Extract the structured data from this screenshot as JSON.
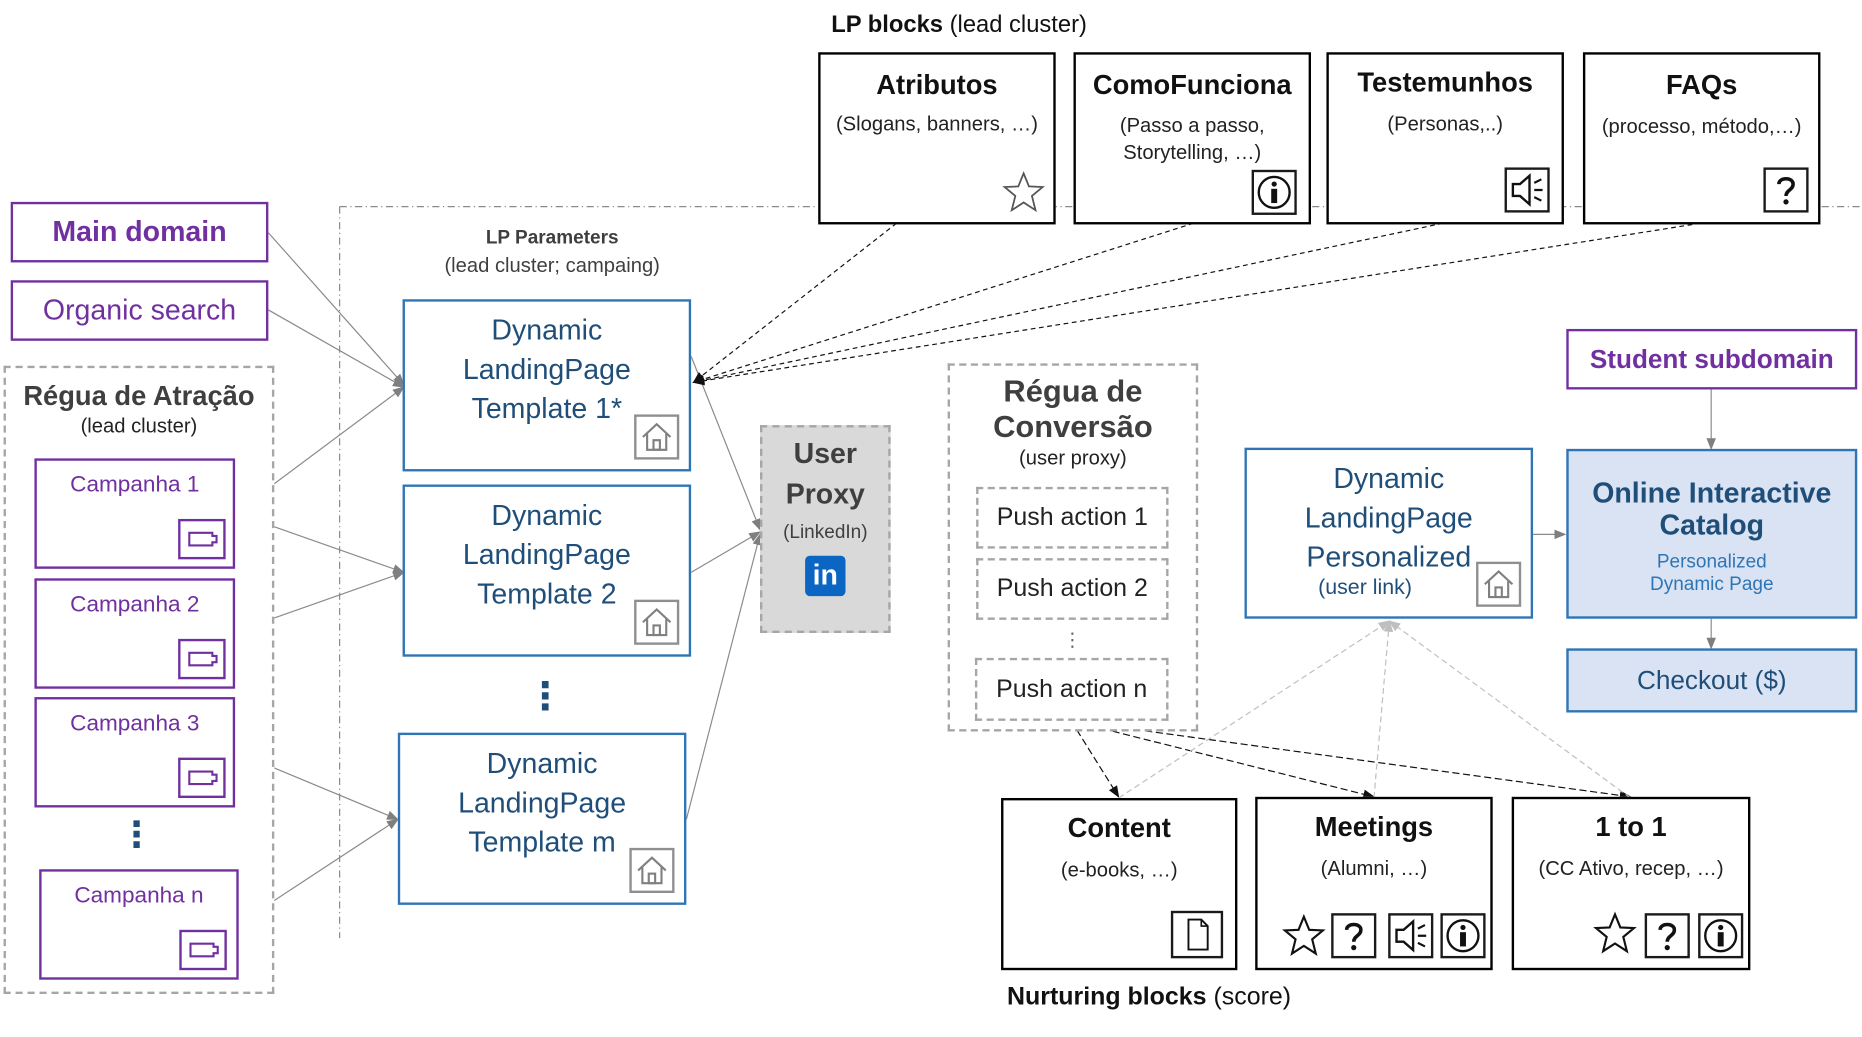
{
  "lp_blocks": {
    "title_bold": "LP blocks",
    "title_rest": "(lead cluster)",
    "blocks": [
      {
        "title": "Atributos",
        "subtitle": "(Slogans, banners, …)"
      },
      {
        "title": "ComoFunciona",
        "subtitle": "(Passo a passo,\nStorytelling, …)"
      },
      {
        "title": "Testemunhos",
        "subtitle": "(Personas,..)"
      },
      {
        "title": "FAQs",
        "subtitle": "(processo, método,…)"
      }
    ]
  },
  "main_domain": "Main domain",
  "organic_search": "Organic search",
  "regua_atracao": {
    "title": "Régua de Atração",
    "subtitle": "(lead cluster)",
    "campaigns": [
      "Campanha 1",
      "Campanha 2",
      "Campanha 3",
      "Campanha n"
    ],
    "ellipsis": "⋮"
  },
  "lp_parameters": {
    "title": "LP Parameters",
    "subtitle": "(lead cluster; campaing)"
  },
  "templates": [
    "Dynamic\nLandingPage\nTemplate 1*",
    "Dynamic\nLandingPage\nTemplate 2",
    "Dynamic\nLandingPage\nTemplate m"
  ],
  "templates_ellipsis": "⋮",
  "user_proxy": {
    "title": "User\nProxy",
    "subtitle": "(LinkedIn)",
    "logo_text": "in"
  },
  "regua_conversao": {
    "title": "Régua de\nConversão",
    "subtitle": "(user proxy)",
    "actions": [
      "Push action 1",
      "Push action 2",
      "Push action n"
    ],
    "ellipsis": "⋮"
  },
  "personalized": {
    "title": "Dynamic\nLandingPage\nPersonalized",
    "subtitle": "(user link)"
  },
  "student_subdomain": "Student subdomain",
  "catalog": {
    "title": "Online Interactive\nCatalog",
    "subtitle": "Personalized\nDynamic Page"
  },
  "checkout": "Checkout ($)",
  "nurturing": {
    "title_bold": "Nurturing blocks",
    "title_rest": "(score)",
    "blocks": [
      {
        "title": "Content",
        "subtitle": "(e-books, …)"
      },
      {
        "title": "Meetings",
        "subtitle": "(Alumni, …)"
      },
      {
        "title": "1 to 1",
        "subtitle": "(CC Ativo, recep, …)"
      }
    ]
  },
  "colors": {
    "purple": "#7030a0",
    "blue": "#2e75b6",
    "dark_blue": "#1f4e79",
    "light_blue_fill": "#dae3f3",
    "proxy_fill": "#d9d9d9",
    "linkedin": "#0a66c2"
  },
  "icons": [
    "star-icon",
    "info-icon",
    "speaker-icon",
    "question-icon",
    "house-icon",
    "ticket-icon",
    "document-icon",
    "linkedin-icon"
  ]
}
